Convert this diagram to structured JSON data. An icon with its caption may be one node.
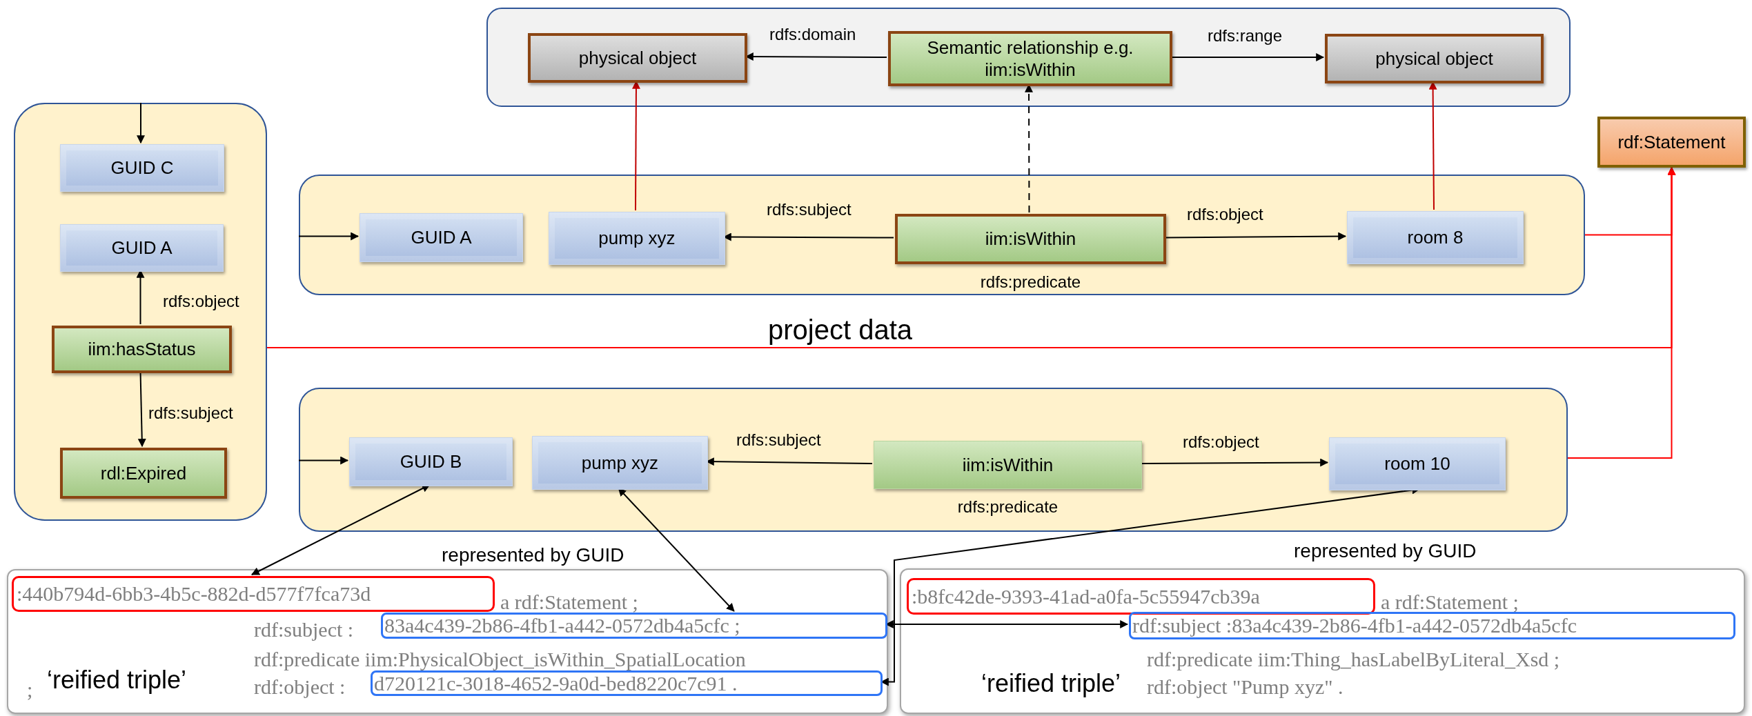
{
  "diagram": {
    "nodes": [
      {
        "text": [],
        "shape": "box"
      },
      {
        "text": [
          "physical object"
        ],
        "in": 0
      },
      {
        "text": [
          "Semantic relationship e.g. iim:isWithin"
        ],
        "in": 0
      },
      {
        "text": [
          "physical object"
        ],
        "in": 0
      },
      {
        "text": [],
        "shape": "box"
      },
      {
        "text": [
          "GUID C"
        ],
        "in": 4
      },
      {
        "text": [
          "GUID A"
        ],
        "in": 4
      },
      {
        "text": [
          "iim:hasStatus"
        ],
        "in": 4
      },
      {
        "text": [
          "rdl:Expired"
        ],
        "in": 4
      },
      {
        "text": [],
        "shape": "box"
      },
      {
        "text": [
          "GUID A"
        ],
        "in": 9
      },
      {
        "text": [
          "pump xyz"
        ],
        "in": 9
      },
      {
        "text": [
          "iim:isWithin"
        ],
        "in": 9,
        "beside": [
          "rdfs:predicate"
        ]
      },
      {
        "text": [
          "room 8"
        ],
        "in": 9
      },
      {
        "text": [],
        "shape": "box"
      },
      {
        "text": [
          "GUID B"
        ],
        "in": 14
      },
      {
        "text": [
          "pump xyz"
        ],
        "in": 14
      },
      {
        "text": [
          "iim:isWithin"
        ],
        "in": 14,
        "beside": [
          "rdfs:predicate"
        ]
      },
      {
        "text": [
          "room 10"
        ],
        "in": 14
      },
      {
        "text": [
          "rdf:Statement"
        ]
      },
      {
        "text": [
          "a rdf:Statement ;",
          "rdf:subject :",
          "rdf:predicate iim:PhysicalObject_isWithin_SpatialLocation",
          ";",
          "‘reified triple’",
          "rdf:object :"
        ]
      },
      {
        "text": [
          ":440b794d-6bb3-4b5c-882d-d577f7fca73d"
        ],
        "in": 20
      },
      {
        "text": [
          "83a4c439-2b86-4fb1-a442-0572db4a5cfc ;"
        ],
        "in": 20
      },
      {
        "text": [
          "d720121c-3018-4652-9a0d-bed8220c7c91 ."
        ],
        "in": 20
      },
      {
        "text": [
          "a rdf:Statement ;",
          "rdf:predicate iim:Thing_hasLabelByLiteral_Xsd ;",
          "‘reified triple’",
          "rdf:object \"Pump xyz\" ."
        ]
      },
      {
        "text": [
          ":b8fc42de-9393-41ad-a0fa-5c55947cb39a"
        ],
        "in": 24
      },
      {
        "text": [
          "rdf:subject :83a4c439-2b86-4fb1-a442-0572db4a5cfc"
        ],
        "in": 24
      }
    ],
    "edges": [
      {
        "from": null,
        "to": 5,
        "arrow": "to"
      },
      {
        "from": 7,
        "to": 6,
        "arrow": "to",
        "label": "rdfs:object"
      },
      {
        "from": 7,
        "to": 8,
        "arrow": "to",
        "label": "rdfs:subject"
      },
      {
        "from": 2,
        "to": 1,
        "arrow": "to",
        "label": "rdfs:domain"
      },
      {
        "from": 2,
        "to": 3,
        "arrow": "to",
        "label": "rdfs:range"
      },
      {
        "from": 11,
        "to": 1,
        "arrow": "to",
        "color": "#c00000"
      },
      {
        "from": 12,
        "to": 2,
        "arrow": "to",
        "style": "dashed"
      },
      {
        "from": 13,
        "to": 3,
        "arrow": "to",
        "color": "#c00000"
      },
      {
        "from": null,
        "to": 10,
        "arrow": "to"
      },
      {
        "from": 12,
        "to": 11,
        "arrow": "to",
        "label": "rdfs:subject"
      },
      {
        "from": 12,
        "to": 13,
        "arrow": "to",
        "label": "rdfs:object"
      },
      {
        "from": 9,
        "to": 19,
        "arrow": "to",
        "color": "#ff0000"
      },
      {
        "from": 4,
        "to": 19,
        "arrow": "to",
        "color": "#ff0000"
      },
      {
        "from": 14,
        "to": 19,
        "arrow": "to",
        "color": "#ff0000"
      },
      {
        "from": null,
        "to": 15,
        "arrow": "to"
      },
      {
        "from": 17,
        "to": 16,
        "arrow": "to",
        "label": "rdfs:subject"
      },
      {
        "from": 17,
        "to": 18,
        "arrow": "to",
        "label": "rdfs:object"
      },
      {
        "from": 15,
        "to": 21,
        "arrow": "both"
      },
      {
        "from": 16,
        "to": 22,
        "arrow": "both"
      },
      {
        "from": 22,
        "to": 26,
        "arrow": "both"
      },
      {
        "from": 18,
        "to": 23,
        "arrow": "both"
      }
    ],
    "labels": [
      "project data",
      "represented by GUID",
      "represented by GUID"
    ]
  }
}
